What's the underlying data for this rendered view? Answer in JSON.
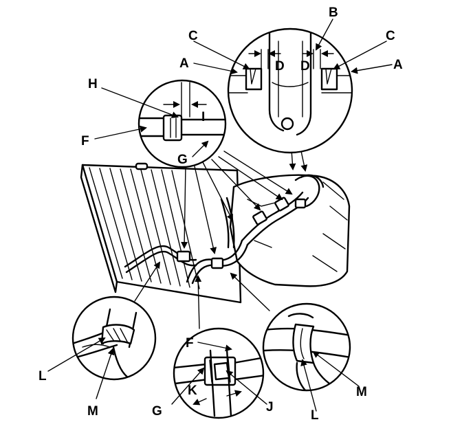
{
  "callouts": {
    "A_left": "A",
    "A_right": "A",
    "B": "B",
    "C_left": "C",
    "C_right": "C",
    "D_left": "D",
    "D_right": "D",
    "H": "H",
    "I": "I",
    "F_top": "F",
    "G_top": "G",
    "L_left": "L",
    "M_left": "M",
    "F_bottom": "F",
    "G_bottom": "G",
    "K": "K",
    "J": "J",
    "M_right": "M",
    "L_right": "L"
  },
  "colors": {
    "line": "#000000",
    "background": "#ffffff"
  }
}
